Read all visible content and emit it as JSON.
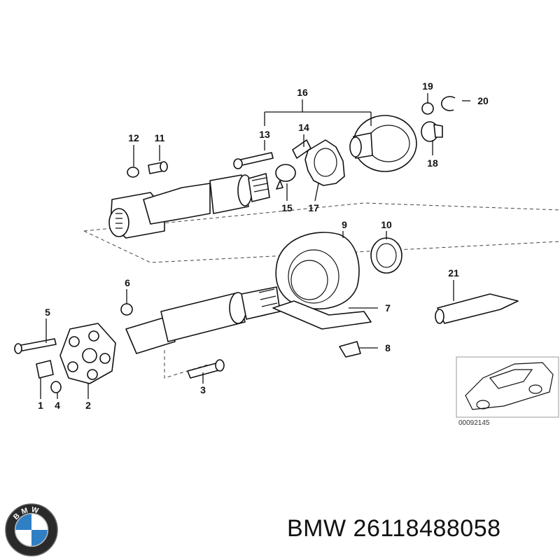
{
  "callouts": [
    "1",
    "2",
    "3",
    "4",
    "5",
    "6",
    "7",
    "8",
    "9",
    "10",
    "11",
    "12",
    "13",
    "14",
    "15",
    "16",
    "17",
    "18",
    "19",
    "20",
    "21"
  ],
  "thumbnail": {
    "code": "00092145"
  },
  "brand": {
    "logo_letters": "BMW"
  },
  "caption": {
    "brand": "BMW",
    "part_number": "26118488058"
  }
}
